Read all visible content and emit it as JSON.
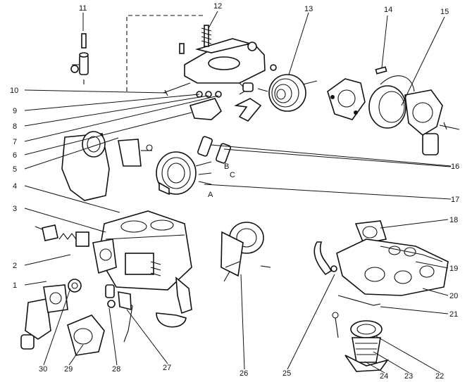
{
  "labels": {
    "n1": "1",
    "n2": "2",
    "n3": "3",
    "n4": "4",
    "n5": "5",
    "n6": "6",
    "n7": "7",
    "n8": "8",
    "n9": "9",
    "n10": "10",
    "n11": "11",
    "n12": "12",
    "n13": "13",
    "n14": "14",
    "n15": "15",
    "n16": "16",
    "n17": "17",
    "n18": "18",
    "n19": "19",
    "n20": "20",
    "n21": "21",
    "n22": "22",
    "n23": "23",
    "n24": "24",
    "n25": "25",
    "n26": "26",
    "n27": "27",
    "n28": "28",
    "n29": "29",
    "n30": "30",
    "a": "A",
    "b": "B",
    "c": "C"
  }
}
